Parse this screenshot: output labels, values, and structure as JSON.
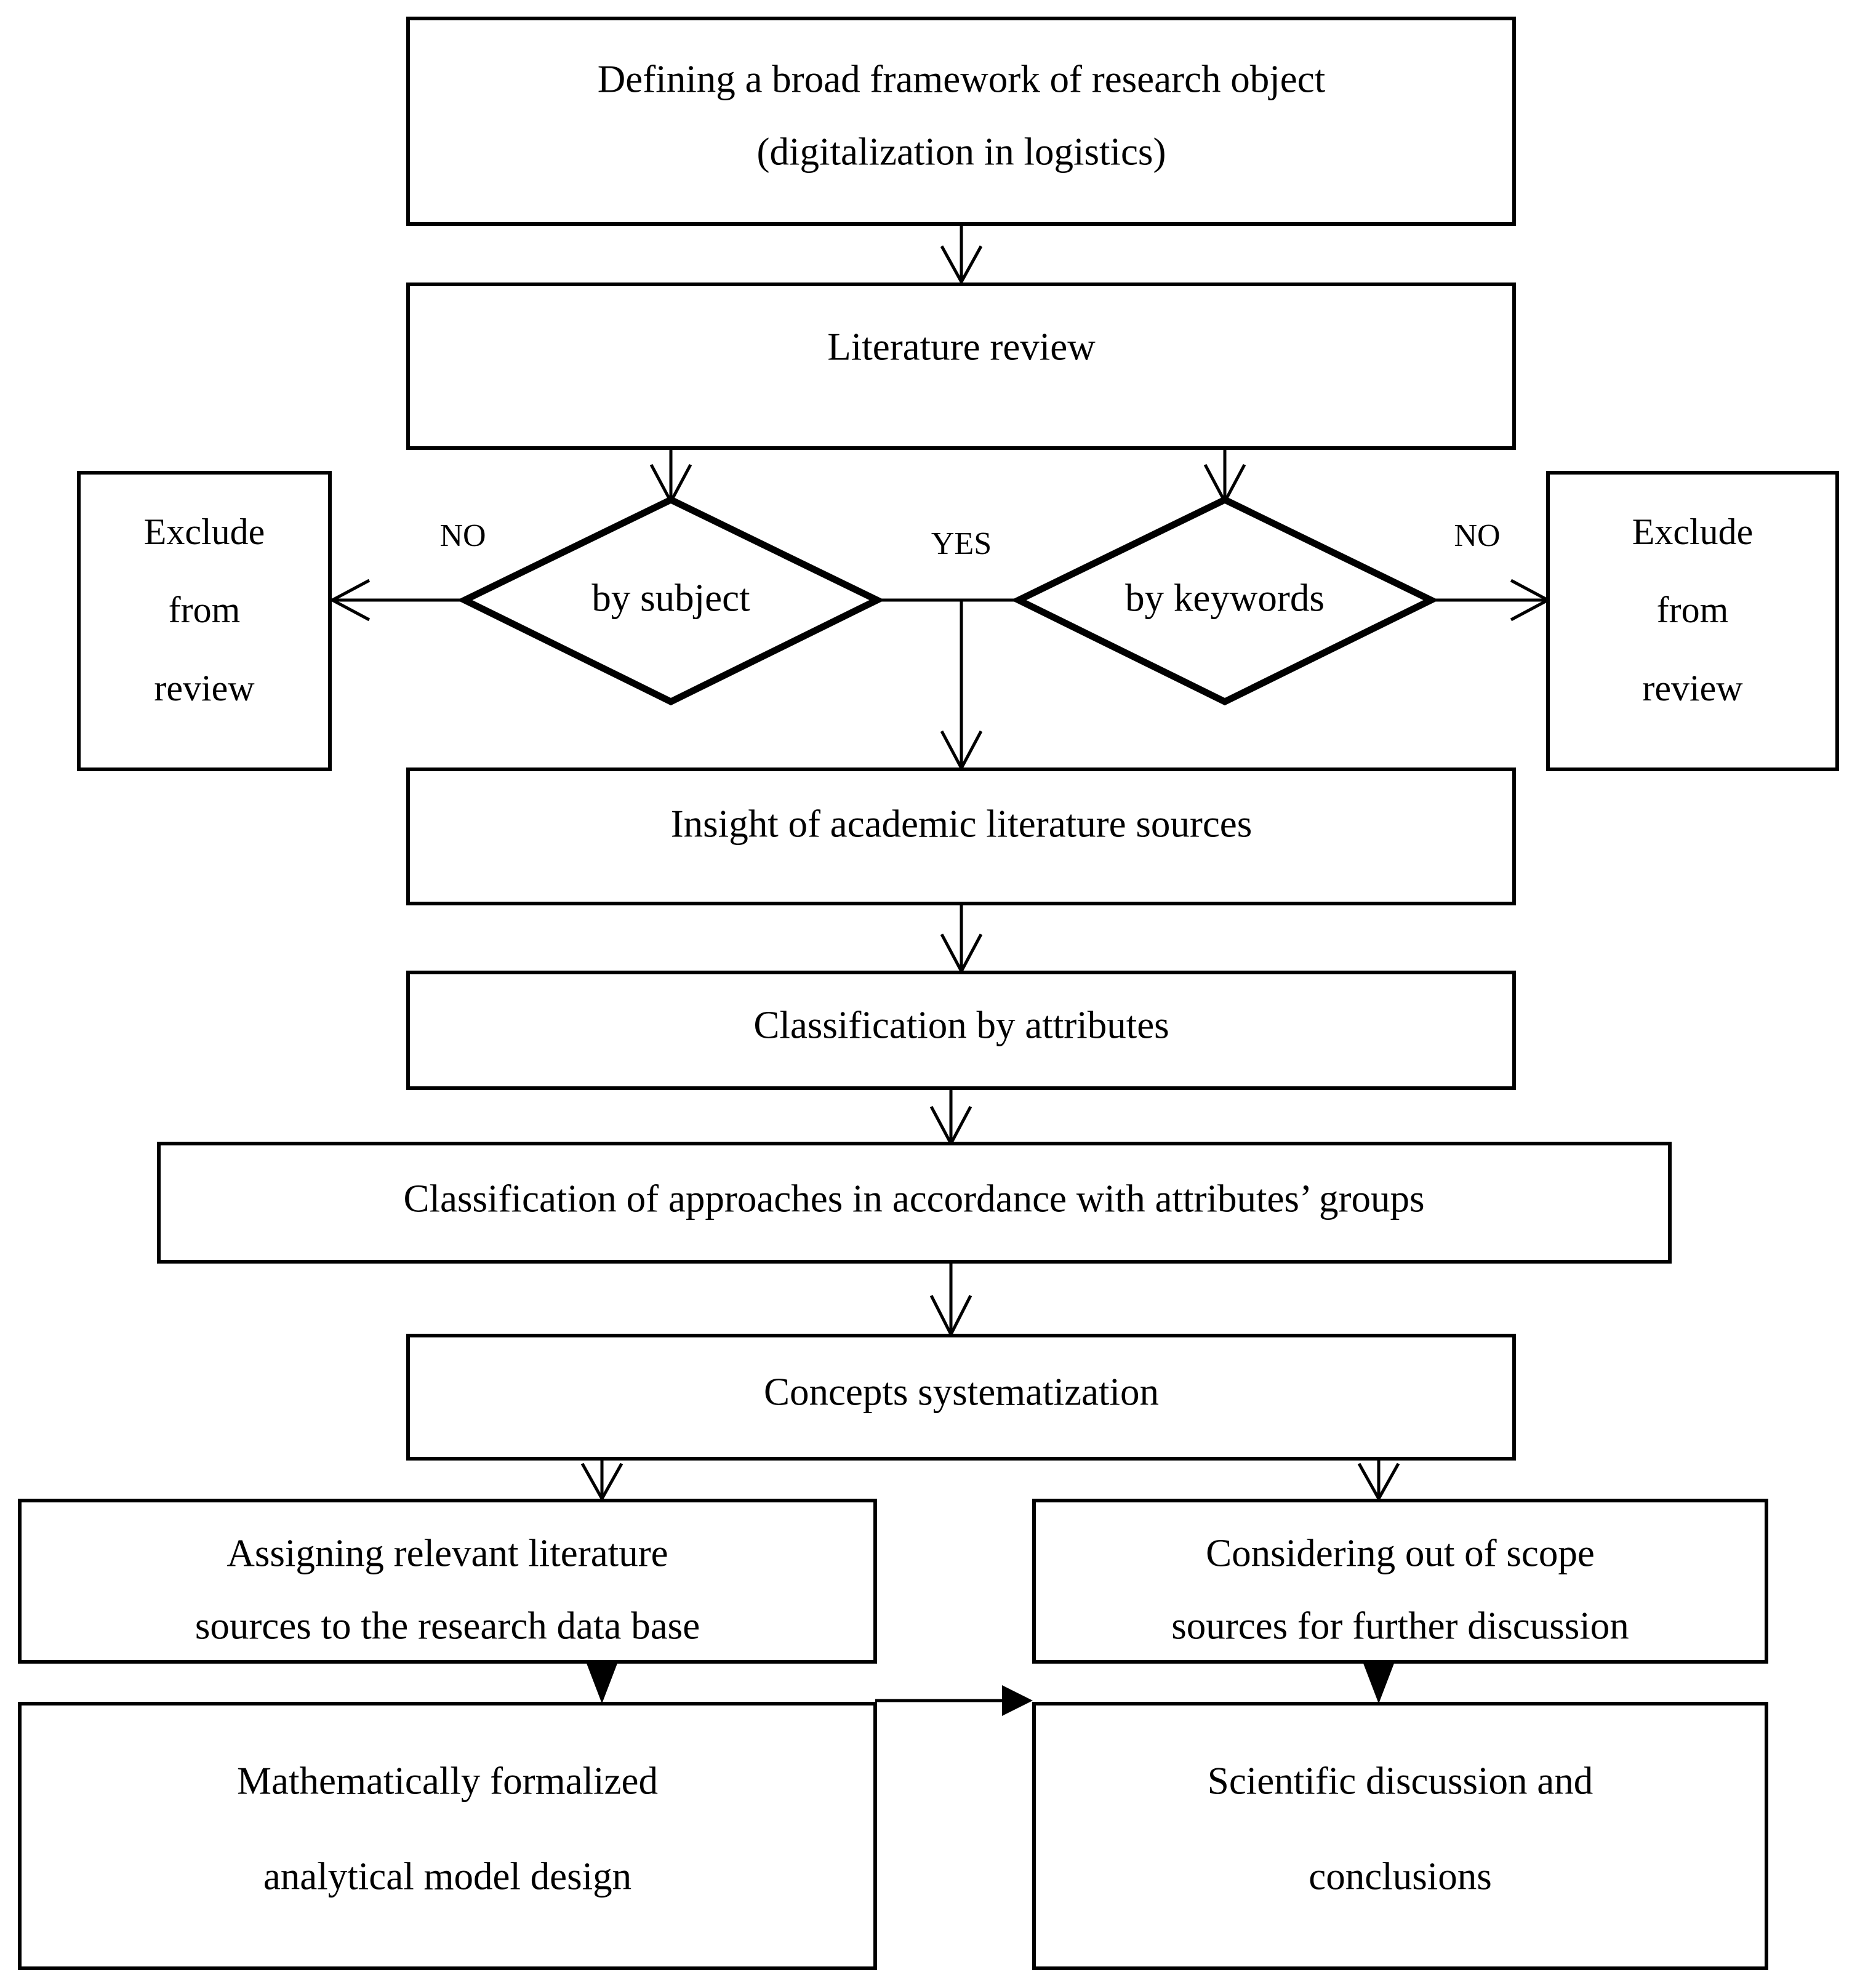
{
  "diagram": {
    "title": "Research methodology flowchart",
    "colors": {
      "background": "#ffffff",
      "stroke": "#000000",
      "fill": "#ffffff"
    },
    "nodes": {
      "define_scope": {
        "shape": "process",
        "lines": [
          "Defining a broad framework of research object",
          "(digitalization in logistics)"
        ]
      },
      "literature_review": {
        "shape": "process",
        "lines": [
          "Literature review"
        ]
      },
      "exclude_left": {
        "shape": "process",
        "lines": [
          "Exclude",
          "from",
          "review"
        ]
      },
      "exclude_right": {
        "shape": "process",
        "lines": [
          "Exclude",
          "from",
          "review"
        ]
      },
      "by_subject": {
        "shape": "decision",
        "lines": [
          "by subject"
        ]
      },
      "by_keywords": {
        "shape": "decision",
        "lines": [
          "by keywords"
        ]
      },
      "insight_sources": {
        "shape": "process",
        "lines": [
          "Insight of academic literature sources"
        ]
      },
      "classification_attributes": {
        "shape": "process",
        "lines": [
          "Classification by attributes"
        ]
      },
      "classification_approaches": {
        "shape": "process",
        "lines": [
          "Classification of approaches in accordance with attributes’ groups"
        ]
      },
      "concepts_systematization": {
        "shape": "process",
        "lines": [
          "Concepts systematization"
        ]
      },
      "assigning_relevant": {
        "shape": "process",
        "lines": [
          "Assigning relevant literature",
          "sources to the research data base"
        ]
      },
      "considering_out_of_scope": {
        "shape": "process",
        "lines": [
          "Considering out of scope",
          "sources for further discussion"
        ]
      },
      "math_model": {
        "shape": "process",
        "lines": [
          "Mathematically formalized",
          "analytical model design"
        ]
      },
      "scientific_discussion": {
        "shape": "process",
        "lines": [
          "Scientific discussion and",
          "conclusions"
        ]
      }
    },
    "edge_labels": {
      "no_left": "NO",
      "yes_center": "YES",
      "no_right": "NO"
    }
  }
}
